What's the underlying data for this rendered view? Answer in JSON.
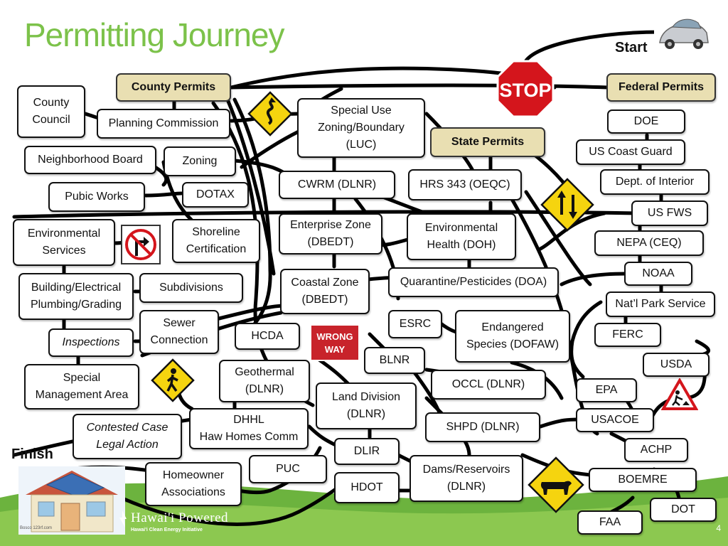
{
  "title": "Permitting Journey",
  "start_label": "Start",
  "finish_label": "Finish",
  "page_number": "4",
  "logo": {
    "name": "Hawai'i Powered",
    "tagline": "Hawai'i Clean Energy Initiative",
    "credit": "Bosco 123rf.com"
  },
  "colors": {
    "title": "#7cc24a",
    "header_fill": "#e9dfb2",
    "road": "#000000",
    "stop_red": "#d4151c",
    "sign_yellow": "#f5d40f",
    "wrong_way": "#c8232b",
    "grass": "#6cb33e"
  },
  "nodes": {
    "county_permits": "County Permits",
    "state_permits": "State Permits",
    "federal_permits": "Federal Permits",
    "county_council": "County\nCouncil",
    "planning_commission": "Planning Commission",
    "neighborhood_board": "Neighborhood Board",
    "zoning": "Zoning",
    "pubic_works": "Pubic Works",
    "dotax": "DOTAX",
    "environmental_services": "Environmental\nServices",
    "shoreline_certification": "Shoreline\nCertification",
    "building_electrical": "Building/Electrical\nPlumbing/Grading",
    "subdivisions": "Subdivisions",
    "sewer_connection": "Sewer\nConnection",
    "inspections": "Inspections",
    "hcda": "HCDA",
    "special_management_area": "Special\nManagement Area",
    "geothermal": "Geothermal\n(DLNR)",
    "contested_case": "Contested Case\nLegal Action",
    "dhhl": "DHHL\nHaw Homes Comm",
    "homeowner_associations": "Homeowner\nAssociations",
    "puc": "PUC",
    "special_use": "Special Use\nZoning/Boundary\n(LUC)",
    "cwrm": "CWRM (DLNR)",
    "hrs_343": "HRS 343 (OEQC)",
    "enterprise_zone": "Enterprise Zone\n(DBEDT)",
    "environmental_health": "Environmental\nHealth (DOH)",
    "coastal_zone": "Coastal Zone\n(DBEDT)",
    "quarantine": "Quarantine/Pesticides (DOA)",
    "esrc": "ESRC",
    "endangered_species": "Endangered\nSpecies (DOFAW)",
    "blnr": "BLNR",
    "land_division": "Land Division\n(DLNR)",
    "occl": "OCCL (DLNR)",
    "shpd": "SHPD (DLNR)",
    "dlir": "DLIR",
    "hdot": "HDOT",
    "dams_reservoirs": "Dams/Reservoirs\n(DLNR)",
    "doe": "DOE",
    "us_coast_guard": "US Coast Guard",
    "dept_interior": "Dept. of Interior",
    "us_fws": "US FWS",
    "nepa": "NEPA (CEQ)",
    "noaa": "NOAA",
    "park_service": "Nat’l Park Service",
    "ferc": "FERC",
    "usda": "USDA",
    "epa": "EPA",
    "usacoe": "USACOE",
    "achp": "ACHP",
    "boemre": "BOEMRE",
    "dot": "DOT",
    "faa": "FAA"
  },
  "signs": {
    "stop": "STOP",
    "wrong_way": "WRONG WAY"
  }
}
